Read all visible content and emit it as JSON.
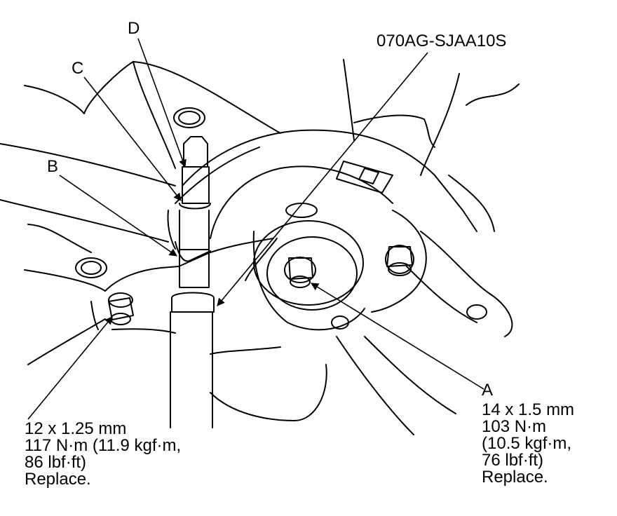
{
  "part_number": "070AG-SJAA10S",
  "callouts": {
    "a": "A",
    "b": "B",
    "c": "C",
    "d": "D"
  },
  "left_spec": {
    "line1": "12 x 1.25 mm",
    "line2": "117 N·m (11.9 kgf·m,",
    "line3": "86 lbf·ft)",
    "line4": "Replace."
  },
  "right_spec": {
    "line1": "14 x 1.5 mm",
    "line2": "103 N·m",
    "line3": "(10.5 kgf·m,",
    "line4": "76 lbf·ft)",
    "line5": "Replace."
  }
}
